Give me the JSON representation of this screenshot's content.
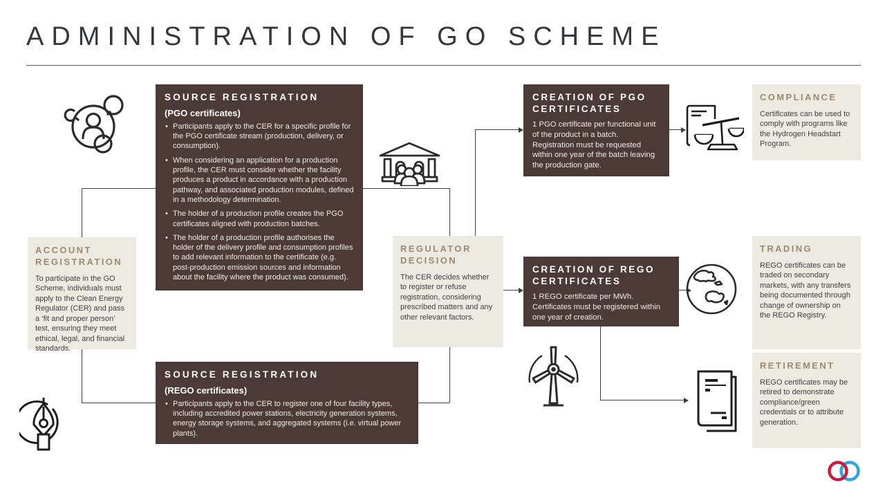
{
  "title": "ADMINISTRATION OF GO SCHEME",
  "boxes": {
    "account_registration": {
      "title": "ACCOUNT REGISTRATION",
      "body": "To participate in the GO Scheme, individuals must apply to the Clean Energy Regulator (CER) and pass a ‘fit and proper person’ test, ensuring they meet ethical, legal, and financial standards."
    },
    "source_registration_pgo": {
      "title": "SOURCE REGISTRATION",
      "subtitle": "(PGO certificates)",
      "bullets": [
        "Participants apply to the CER for a specific profile for the PGO certificate stream (production, delivery, or consumption).",
        "When considering an application for a production profile, the CER must consider whether the facility produces a product in accordance with a production pathway, and associated production modules, defined in a methodology determination.",
        "The holder of a production profile creates the PGO certificates aligned with production batches.",
        "The holder of a production profile authorises the holder of the delivery profile and consumption profiles to add relevant information to the certificate (e.g. post-production emission sources and information about the facility where the product was consumed)."
      ]
    },
    "source_registration_rego": {
      "title": "SOURCE REGISTRATION",
      "subtitle": "(REGO certificates)",
      "bullets": [
        "Participants apply to the CER to register one of four facility types, including accredited power stations, electricity generation systems, energy storage systems, and aggregated systems (i.e. virtual power plants)."
      ]
    },
    "regulator_decision": {
      "title": "REGULATOR DECISION",
      "body": "The CER decides whether to register or refuse registration, considering prescribed matters and any other relevant factors."
    },
    "creation_pgo": {
      "title": "CREATION OF PGO CERTIFICATES",
      "body": "1 PGO certificate per functional unit of the product in a batch. Registration must be requested within one year of the batch leaving the production gate."
    },
    "creation_rego": {
      "title": "CREATION OF REGO CERTIFICATES",
      "body": "1 REGO certificate per MWh. Certificates must be registered within one year of creation."
    },
    "compliance": {
      "title": "COMPLIANCE",
      "body": "Certificates can be used to comply with programs like the Hydrogen Headstart Program."
    },
    "trading": {
      "title": "TRADING",
      "body": "REGO certificates can be traded on secondary markets, with any transfers being documented through change of ownership on the REGO Registry."
    },
    "retirement": {
      "title": "RETIREMENT",
      "body": "REGO certificates may be retired to demonstrate compliance/green credentials or to attribute generation."
    }
  },
  "icons": [
    "people-network-icon",
    "bank-icon",
    "scales-document-icon",
    "globe-icon",
    "wind-turbine-icon",
    "documents-icon",
    "pen-icon",
    "rings-logo"
  ],
  "colors": {
    "dark_box": "#4b3a35",
    "light_box": "#edeae2",
    "accent_tan": "#9c8a70",
    "text_dark": "#3f3f3f",
    "logo_red": "#c41d40",
    "logo_blue": "#32a5dc"
  }
}
